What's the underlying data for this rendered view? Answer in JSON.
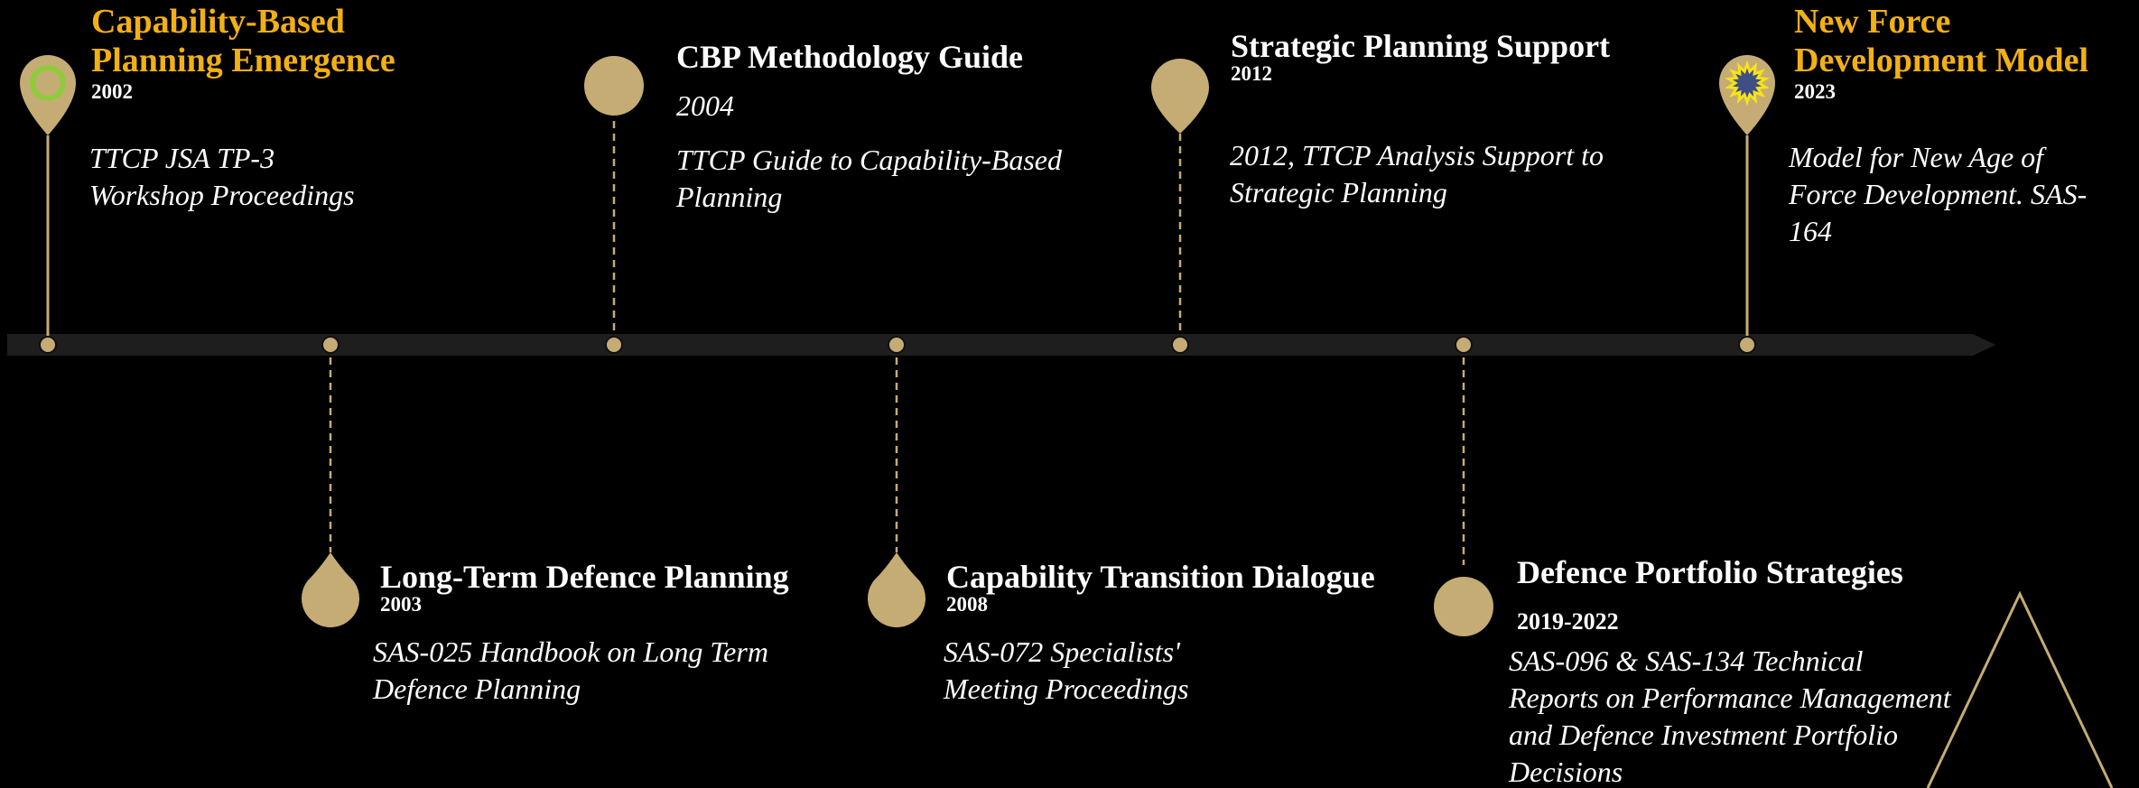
{
  "colors": {
    "background": "#000000",
    "accent_gold": "#f2b014",
    "marker_tan": "#c5ac74",
    "timeline_bar": "#1e1e1e",
    "text": "#ffffff",
    "green_ring": "#8fcb3c",
    "navy_starburst": "#3d4f85",
    "yellow_starburst": "#f7e21b"
  },
  "icons": {
    "start_marker": "green-ring-in-pin-icon",
    "end_marker": "starburst-in-pin-icon"
  },
  "events": [
    {
      "id": "cbp-emergence",
      "title": "Capability-Based\nPlanning Emergence",
      "year": "2002",
      "description": "TTCP JSA TP-3\nWorkshop Proceedings",
      "highlight": true
    },
    {
      "id": "long-term-defence-planning",
      "title": "Long-Term Defence Planning",
      "year": "2003",
      "description": "SAS-025 Handbook on Long Term\nDefence Planning",
      "highlight": false
    },
    {
      "id": "cbp-methodology-guide",
      "title": "CBP Methodology Guide",
      "year": "2004",
      "description": "TTCP Guide to Capability-Based\nPlanning",
      "highlight": false
    },
    {
      "id": "capability-transition-dialogue",
      "title": "Capability Transition Dialogue",
      "year": "2008",
      "description": "SAS-072 Specialists'\nMeeting Proceedings",
      "highlight": false
    },
    {
      "id": "strategic-planning-support",
      "title": "Strategic Planning Support",
      "year": "2012",
      "description": "2012, TTCP Analysis Support to\nStrategic Planning",
      "highlight": false
    },
    {
      "id": "defence-portfolio-strategies",
      "title": "Defence Portfolio Strategies",
      "year": "2019-2022",
      "description": "SAS-096 & SAS-134 Technical\nReports on Performance Management\nand Defence Investment Portfolio\nDecisions",
      "highlight": false
    },
    {
      "id": "new-force-development-model",
      "title": "New Force\nDevelopment Model",
      "year": "2023",
      "description": "Model for New Age of\nForce Development. SAS-\n164",
      "highlight": true
    }
  ]
}
